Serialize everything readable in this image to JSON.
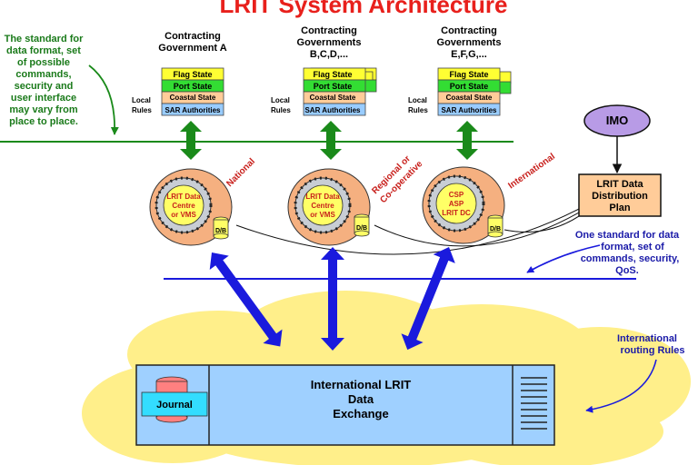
{
  "title": "LRIT System Architecture",
  "left_note": [
    "The standard for",
    "data format, set",
    "of possible",
    "commands,",
    "security and",
    "user interface",
    "may vary from",
    "place to place."
  ],
  "governments": [
    {
      "heading": [
        "Contracting",
        "Government A"
      ],
      "local_rules": [
        "Local",
        "Rules"
      ]
    },
    {
      "heading": [
        "Contracting",
        "Governments",
        "B,C,D,..."
      ],
      "local_rules": [
        "Local",
        "Rules"
      ]
    },
    {
      "heading": [
        "Contracting",
        "Governments",
        "E,F,G,..."
      ],
      "local_rules": [
        "Local",
        "Rules"
      ]
    }
  ],
  "layers": [
    "Flag State",
    "Port State",
    "Coastal State",
    "SAR Authorities"
  ],
  "centres": [
    {
      "lines": [
        "LRIT Data",
        "Centre",
        "or VMS"
      ],
      "scope": "National",
      "db": "D/B"
    },
    {
      "lines": [
        "LRIT Data",
        "Centre",
        "or VMS"
      ],
      "scope": [
        "Regional or",
        "Co-operative"
      ],
      "db": "D/B"
    },
    {
      "lines": [
        "CSP",
        "ASP",
        "LRIT DC"
      ],
      "scope": "International",
      "db": "D/B"
    }
  ],
  "imo": "IMO",
  "distribution_plan": [
    "LRIT Data",
    "Distribution",
    "Plan"
  ],
  "right_note": [
    "One standard for data",
    "format, set of",
    "commands, security,",
    "QoS."
  ],
  "routing_note": [
    "International",
    "routing Rules"
  ],
  "exchange": {
    "journal": "Journal",
    "label": [
      "International LRIT",
      "Data",
      "Exchange"
    ]
  },
  "colors": {
    "title": "#e8201c",
    "flag_state": "#ffff33",
    "port_state": "#33dd33",
    "coastal_state": "#ffcc99",
    "sar": "#99ccff",
    "green_arrow": "#1a8a1a",
    "blue_arrow": "#1a1add",
    "centre_fill": "#f5b080",
    "cloud": "#ffef8a",
    "exchange_fill": "#9fd0ff",
    "journal": "#33ddff"
  }
}
